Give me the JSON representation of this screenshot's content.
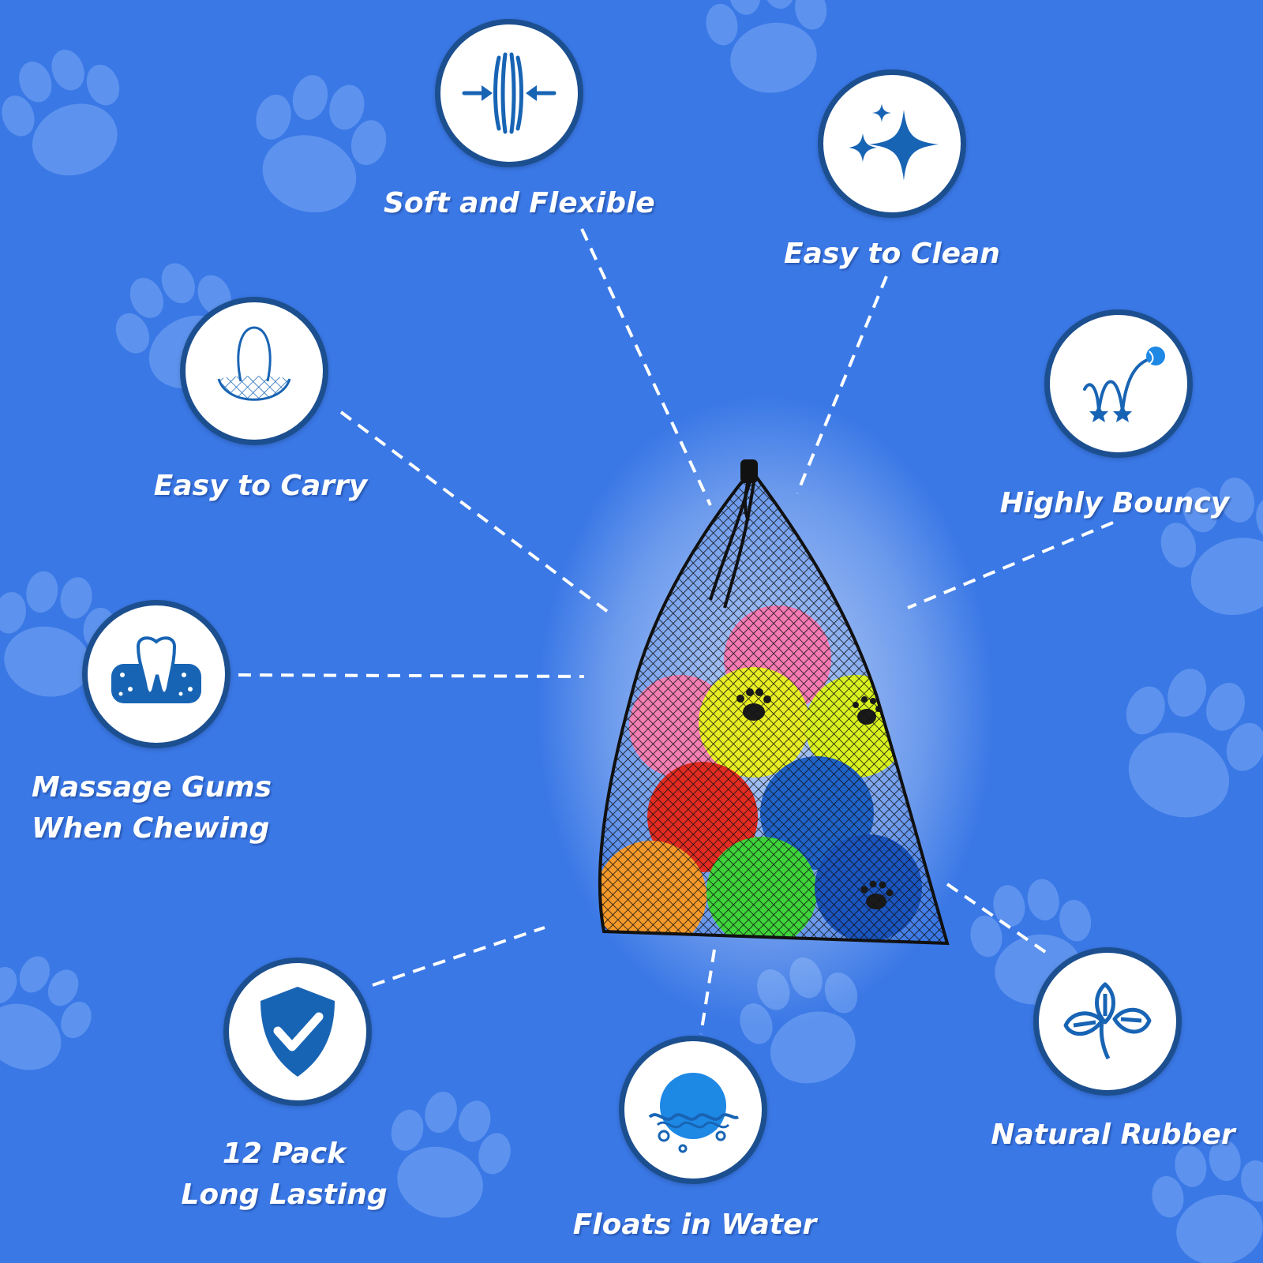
{
  "colors": {
    "background": "#3a78e6",
    "paw": "#5d93ee",
    "circle_border": "#1c4f8f",
    "icon_blue": "#1864b4",
    "label_text": "#ffffff"
  },
  "features": [
    {
      "id": "soft",
      "icon": "compress-arrows-icon",
      "label": "Soft and Flexible"
    },
    {
      "id": "clean",
      "icon": "sparkle-icon",
      "label": "Easy to Clean"
    },
    {
      "id": "carry",
      "icon": "mesh-bag-icon",
      "label": "Easy to Carry"
    },
    {
      "id": "bouncy",
      "icon": "bouncing-ball-icon",
      "label": "Highly Bouncy"
    },
    {
      "id": "gums",
      "icon": "tooth-icon",
      "label_lines": [
        "Massage Gums",
        "When Chewing"
      ]
    },
    {
      "id": "pack",
      "icon": "shield-check-icon",
      "label_lines": [
        "12 Pack",
        "Long Lasting"
      ]
    },
    {
      "id": "float",
      "icon": "floating-ball-icon",
      "label": "Floats in Water"
    },
    {
      "id": "rubber",
      "icon": "leaves-icon",
      "label": "Natural Rubber"
    }
  ],
  "product": {
    "item": "mesh-bag-of-tennis-balls",
    "ball_colors": [
      "#f47fb3",
      "#e8ee22",
      "#d9f21f",
      "#e32b21",
      "#1f63c9",
      "#f59a2a",
      "#3ed43a",
      "#1a55c0",
      "#f57ab3"
    ]
  }
}
